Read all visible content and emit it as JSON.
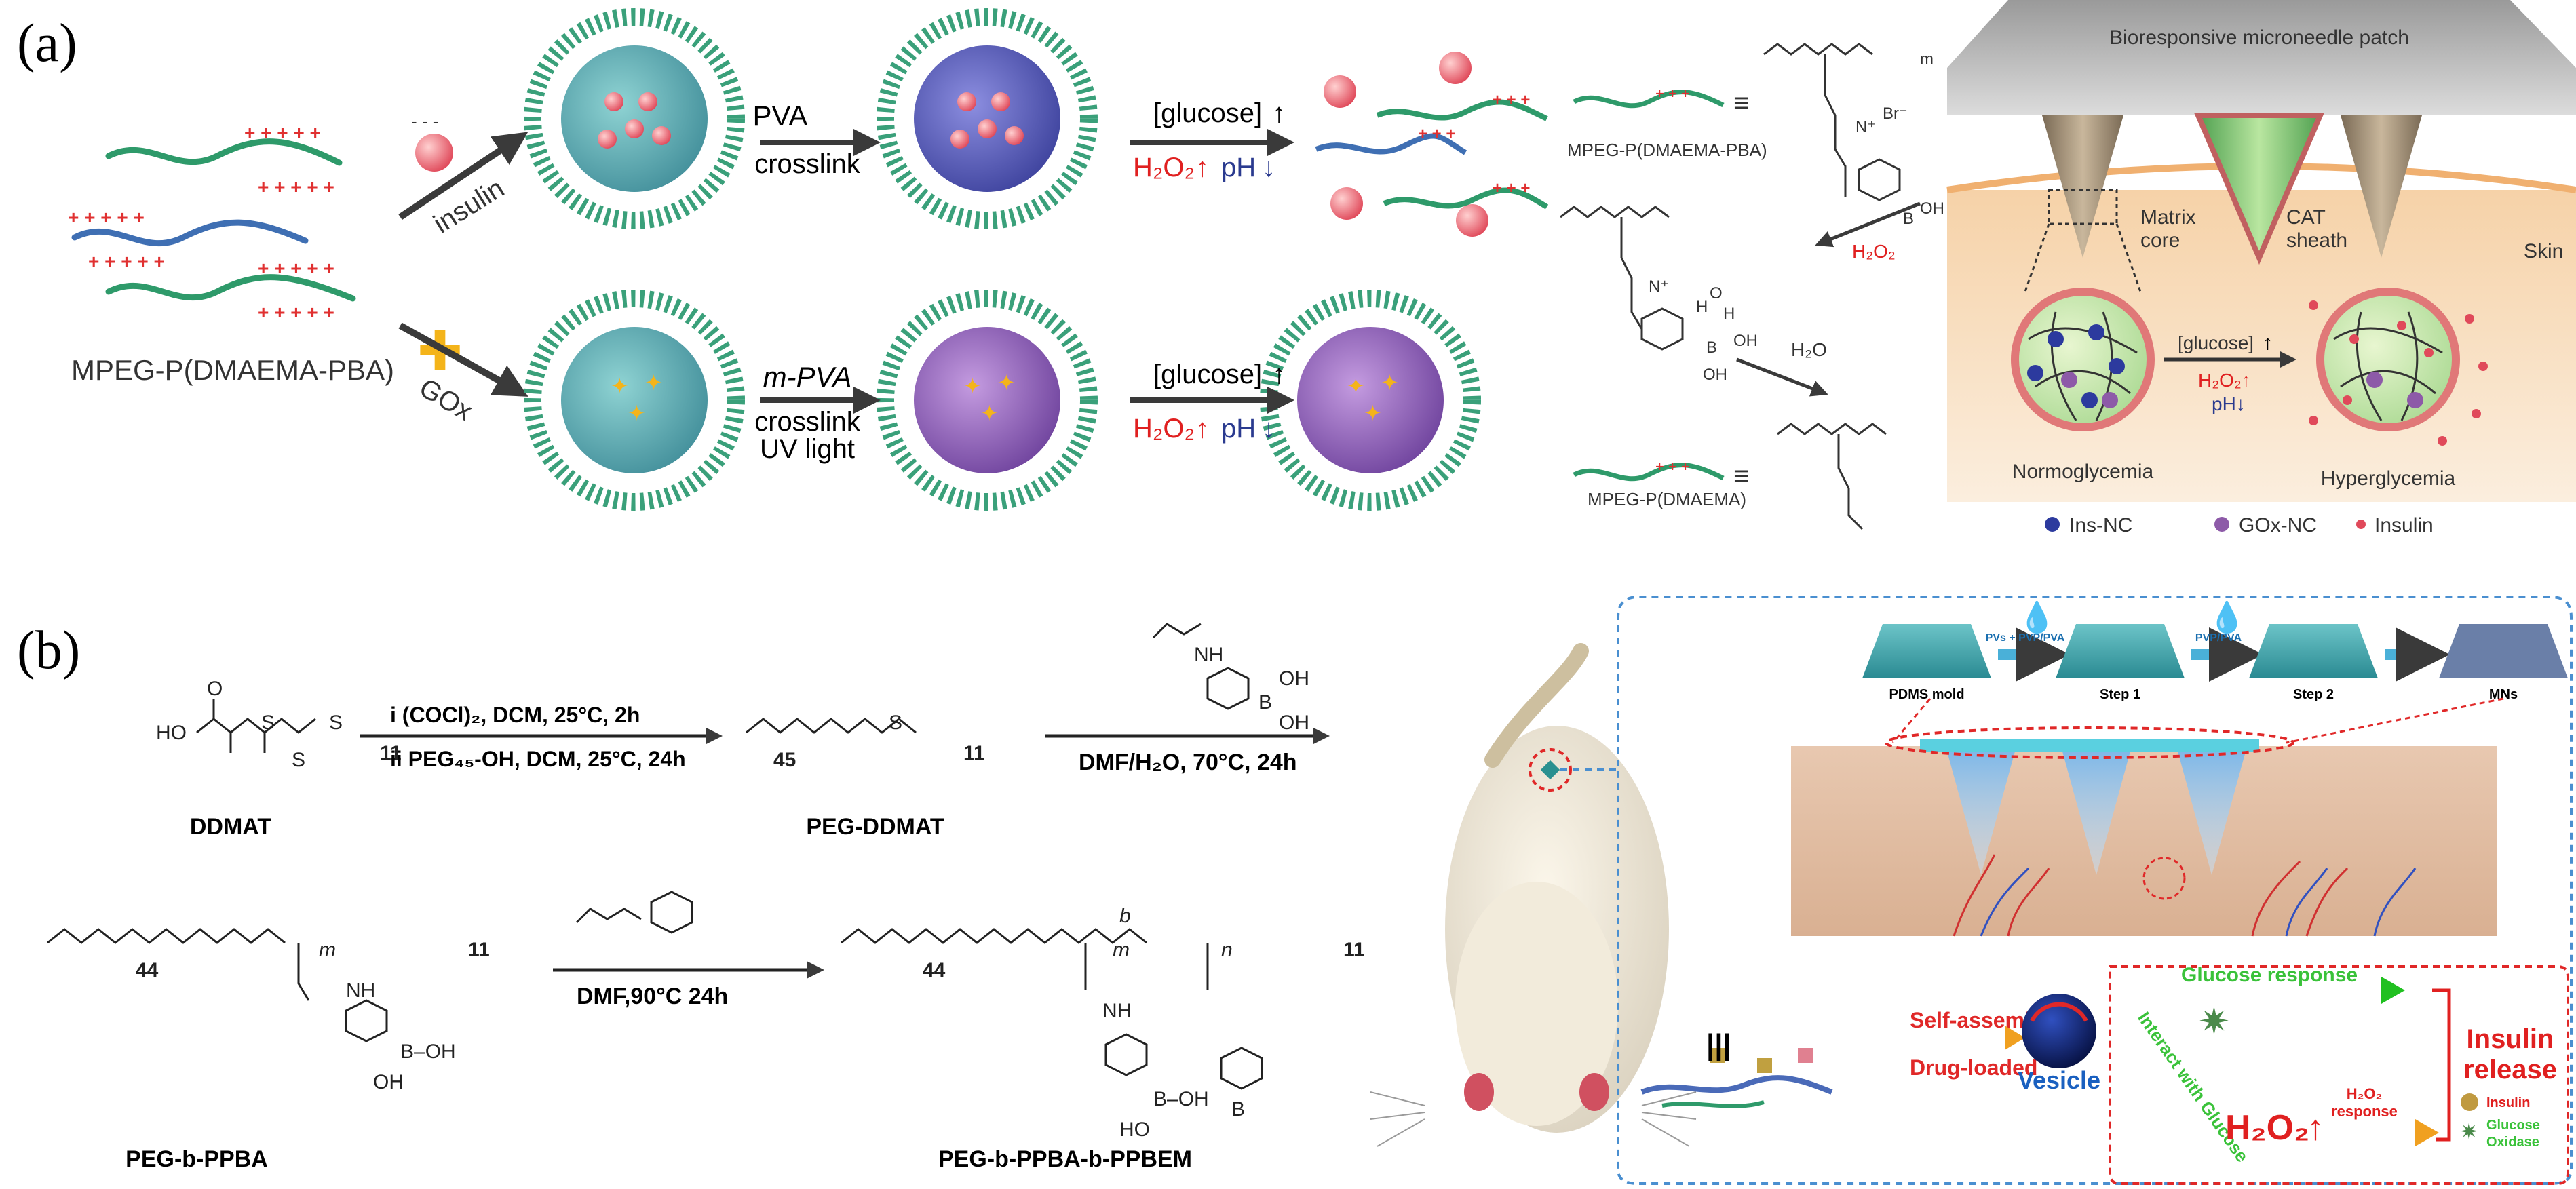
{
  "panel_a": {
    "label": "(a)",
    "polymer_name": "MPEG-P(DMAEMA-PBA)",
    "top_row": {
      "load_label": "insulin",
      "crosslink_line1": "PVA",
      "crosslink_line2": "crosslink",
      "trigger_glucose": "[glucose]",
      "trigger_h2o2": "H₂O₂",
      "trigger_ph": "pH"
    },
    "bottom_row": {
      "load_label": "GOx",
      "crosslink_line1": "m-PVA",
      "crosslink_line2": "crosslink",
      "crosslink_line3": "UV light",
      "trigger_glucose": "[glucose]",
      "trigger_h2o2": "H₂O₂",
      "trigger_ph": "pH"
    },
    "chemistry": {
      "label_top": "MPEG-P(DMAEMA-PBA)",
      "label_bottom": "MPEG-P(DMAEMA)",
      "equiv": "≡",
      "h2o2": "H₂O₂",
      "h2o": "H₂O",
      "br": "Br⁻",
      "n_plus": "N⁺",
      "m": "m",
      "b": "B",
      "oh": "OH"
    },
    "patch": {
      "title": "Bioresponsive microneedle patch",
      "matrix_core": "Matrix\ncore",
      "cat_sheath": "CAT\nsheath",
      "skin": "Skin",
      "normoglycemia": "Normoglycemia",
      "hyperglycemia": "Hyperglycemia",
      "glucose": "[glucose]",
      "h2o2": "H₂O₂↑",
      "ph": "pH↓",
      "legend": [
        {
          "label": "Ins-NC",
          "color": "#2c3a9e"
        },
        {
          "label": "GOx-NC",
          "color": "#8d5aa8"
        },
        {
          "label": "Insulin",
          "color": "#e0495a"
        }
      ]
    }
  },
  "panel_b": {
    "label": "(b)",
    "ddmat": "DDMAT",
    "reaction1_i": "i (COCl)₂, DCM, 25°C, 2h",
    "reaction1_ii": "ii PEG₄₅-OH, DCM, 25°C, 24h",
    "peg_ddmat": "PEG-DDMAT",
    "reaction2": "DMF/H₂O, 70°C, 24h",
    "peg_ppba": "PEG-b-PPBA",
    "reaction3": "DMF,90°C 24h",
    "peg_ppba_ppbem": "PEG-b-PPBA-b-PPBEM",
    "subscripts": {
      "n11": "11",
      "n45": "45",
      "n44": "44",
      "m": "m",
      "n": "n",
      "b": "b"
    },
    "atoms": {
      "ho": "HO",
      "s": "S",
      "o": "O",
      "nh": "NH",
      "b": "B",
      "oh": "OH",
      "b_oh": "B–OH",
      "ho2": "HO"
    },
    "process": {
      "step_labels": [
        "PDMS mold",
        "Step 1",
        "Step 2",
        "MNs"
      ],
      "arrow1": "PVs + PVP/PVA",
      "arrow2": "PVP/PVA"
    },
    "assembly": {
      "self_assembly": "Self-assembly",
      "drug_loaded": "Drug-loaded",
      "vesicle": "Vesicle",
      "equiv": "|||"
    },
    "release": {
      "glucose_response": "Glucose response",
      "interact": "Interact with Glucose",
      "h2o2": "H₂O₂",
      "h2o2_response": "H₂O₂\nresponse",
      "insulin_release_1": "Insulin",
      "insulin_release_2": "release",
      "legend_insulin": "Insulin",
      "legend_gox_1": "Glucose",
      "legend_gox_2": "Oxidase"
    }
  },
  "colors": {
    "chain_green": "#2e9a6a",
    "chain_blue": "#3f6fb3",
    "plus_red": "#e03030",
    "arrow_dark": "#3a3a3a",
    "h2o2_red": "#e02020",
    "ph_blue": "#2a3a8f",
    "dashed_blue": "#4a8fd0",
    "dashed_red": "#e02828",
    "release_green": "#3ac23a"
  }
}
